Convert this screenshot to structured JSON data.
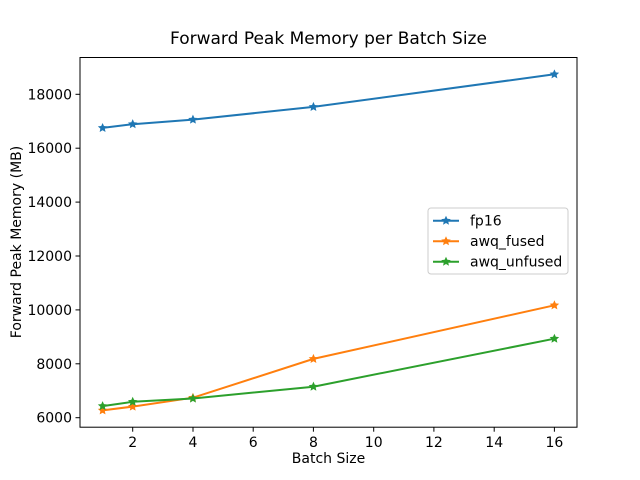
{
  "chart_data": {
    "type": "line",
    "title": "Forward Peak Memory per Batch Size",
    "xlabel": "Batch Size",
    "ylabel": "Forward Peak Memory (MB)",
    "x": [
      1,
      2,
      4,
      8,
      16
    ],
    "series": [
      {
        "name": "fp16",
        "color": "#1f77b4",
        "marker": "star",
        "values": [
          16750,
          16890,
          17060,
          17530,
          18740
        ]
      },
      {
        "name": "awq_fused",
        "color": "#ff7f0e",
        "marker": "star",
        "values": [
          6270,
          6410,
          6740,
          8180,
          10170
        ]
      },
      {
        "name": "awq_unfused",
        "color": "#2ca02c",
        "marker": "star",
        "values": [
          6430,
          6590,
          6710,
          7150,
          8930
        ]
      }
    ],
    "xticks": [
      2,
      4,
      6,
      8,
      10,
      12,
      14,
      16
    ],
    "yticks": [
      6000,
      8000,
      10000,
      12000,
      14000,
      16000,
      18000
    ],
    "xlim": [
      0.25,
      16.75
    ],
    "ylim": [
      5646,
      19364
    ],
    "grid": false,
    "legend": {
      "position": "center-right",
      "entries": [
        "fp16",
        "awq_fused",
        "awq_unfused"
      ]
    },
    "colors": {
      "spine": "#000000",
      "tick_text": "#000000",
      "legend_border": "#cccccc",
      "background": "#ffffff"
    }
  }
}
